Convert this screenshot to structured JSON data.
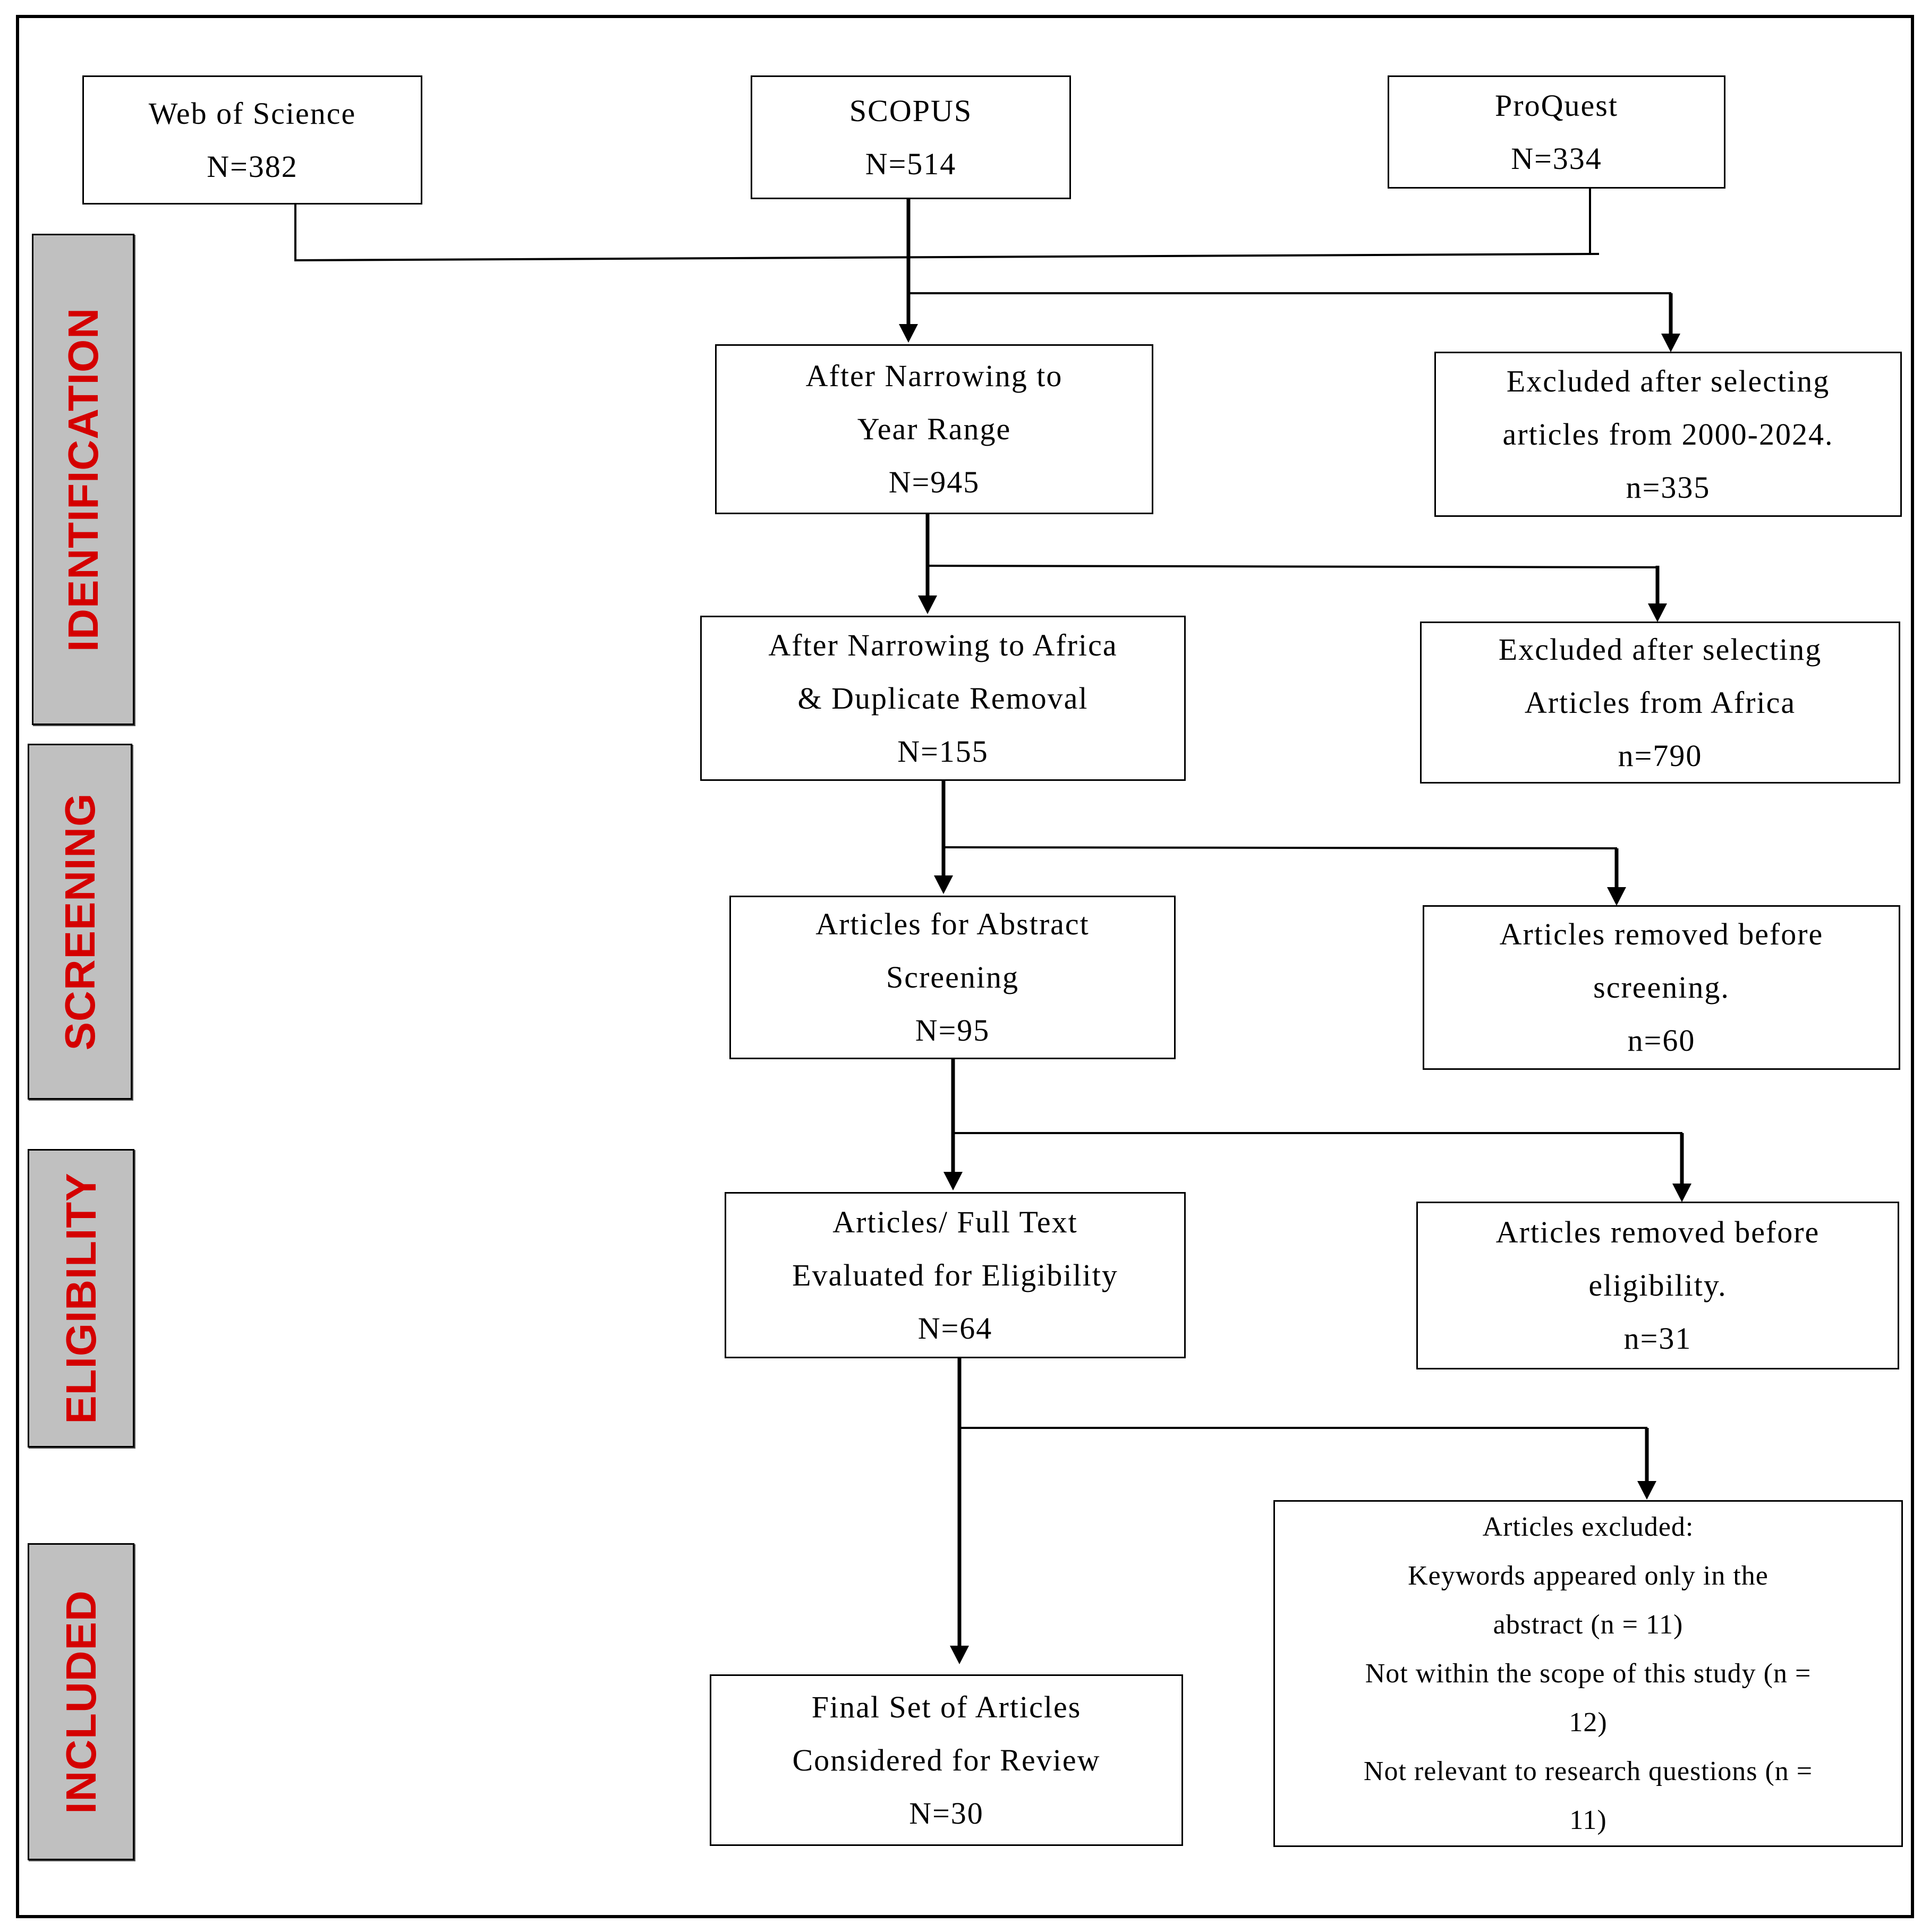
{
  "colors": {
    "stage_fill": "#c0c0c0",
    "stage_text": "#d40000",
    "line": "#000000"
  },
  "stages": {
    "identification": "IDENTIFICATION",
    "screening": "SCREENING",
    "eligibility": "ELIGIBILITY",
    "included": "INCLUDED"
  },
  "sources": {
    "wos": {
      "name": "Web of Science",
      "count": "N=382"
    },
    "scopus": {
      "name": "SCOPUS",
      "count": "N=514"
    },
    "proquest": {
      "name": "ProQuest",
      "count": "N=334"
    }
  },
  "main": {
    "year": {
      "line1": "After Narrowing to",
      "line2": "Year Range",
      "count": "N=945"
    },
    "africa": {
      "line1": "After Narrowing to Africa",
      "line2": "& Duplicate Removal",
      "count": "N=155"
    },
    "abstract": {
      "line1": "Articles for Abstract",
      "line2": "Screening",
      "count": "N=95"
    },
    "fulltext": {
      "line1": "Articles/ Full Text",
      "line2": "Evaluated for Eligibility",
      "count": "N=64"
    },
    "final": {
      "line1": "Final Set of Articles",
      "line2": "Considered for Review",
      "count": "N=30"
    }
  },
  "excluded": {
    "year": {
      "line1": "Excluded after selecting",
      "line2": "articles from 2000-2024.",
      "count": "n=335"
    },
    "africa": {
      "line1": "Excluded after selecting",
      "line2": "Articles from Africa",
      "count": "n=790"
    },
    "screening": {
      "line1": "Articles removed before",
      "line2": "screening.",
      "count": "n=60"
    },
    "eligibility": {
      "line1": "Articles removed before",
      "line2": "eligibility.",
      "count": "n=31"
    },
    "final": {
      "title": "Articles excluded:",
      "line1": "Keywords appeared only in the",
      "line2": "abstract (n = 11)",
      "line3": "Not within the scope of this study (n =",
      "line4": "12)",
      "line5": "Not relevant to research questions (n =",
      "line6": "11)"
    }
  }
}
